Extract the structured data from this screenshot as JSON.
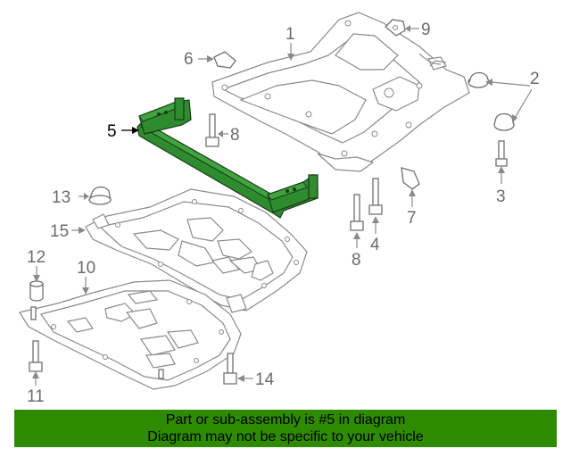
{
  "diagram": {
    "highlighted_part": "5",
    "callouts": {
      "c1": "1",
      "c2": "2",
      "c3": "3",
      "c4": "4",
      "c5": "5",
      "c6": "6",
      "c7": "7",
      "c8a": "8",
      "c8b": "8",
      "c9": "9",
      "c10": "10",
      "c11": "11",
      "c12": "12",
      "c13": "13",
      "c14": "14",
      "c15": "15"
    },
    "colors": {
      "highlight": "#2e8b2e",
      "banner": "#2e8b00",
      "line": "#8a8a8a"
    }
  },
  "banner": {
    "line1": "Part or sub-assembly is #5 in diagram",
    "line2": "Diagram may not be specific to your vehicle"
  }
}
